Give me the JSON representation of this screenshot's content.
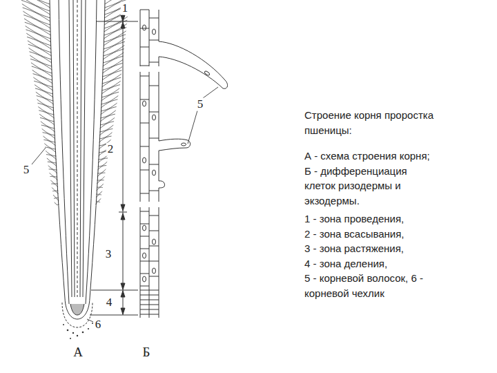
{
  "diagram": {
    "title": "Строение корня проростка пшеницы:",
    "labels": [
      "1",
      "2",
      "3",
      "4",
      "5",
      "5",
      "6",
      "А",
      "Б",
      "А - схема строения корня;",
      "Б - дифференциация клеток ризодермы и экзодермы.",
      "1 - зона проведения,",
      "2 - зона всасывания,",
      "3 - зона растяжения,",
      "4 - зона деления,",
      "5 - корневой волосок, 6 - корневой чехлик"
    ]
  }
}
